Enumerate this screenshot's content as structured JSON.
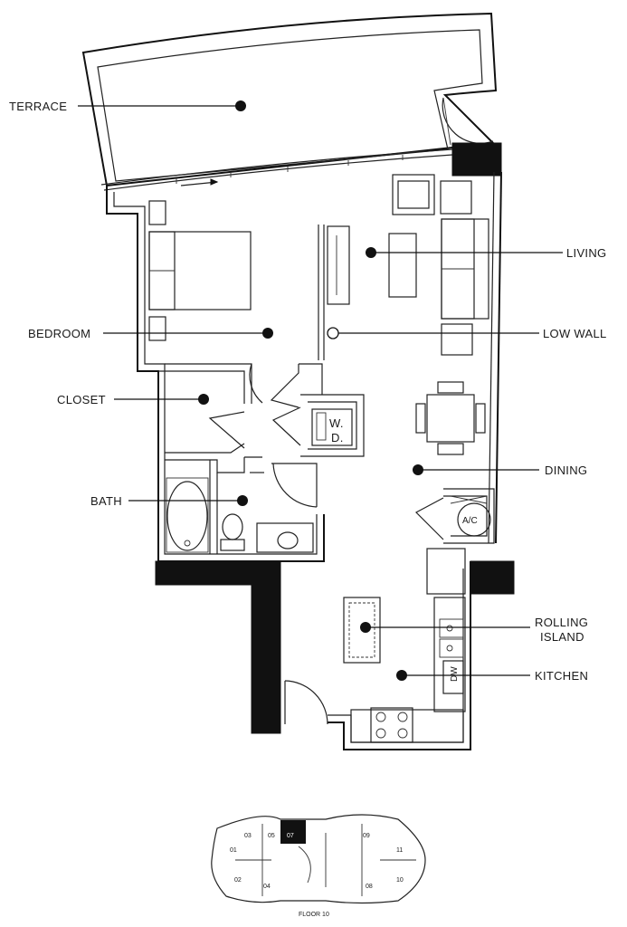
{
  "rooms": {
    "terrace": "TERRACE",
    "living": "LIVING",
    "bedroom": "BEDROOM",
    "low_wall": "LOW WALL",
    "closet": "CLOSET",
    "dining": "DINING",
    "bath": "BATH",
    "rolling_island_line1": "ROLLING",
    "rolling_island_line2": "ISLAND",
    "kitchen": "KITCHEN"
  },
  "fixtures": {
    "washer_dryer_w": "W.",
    "washer_dryer_d": "D.",
    "ac": "A/C",
    "dishwasher": "DW"
  },
  "key_plan": {
    "units": [
      "01",
      "02",
      "03",
      "04",
      "05",
      "07",
      "08",
      "09",
      "10",
      "11"
    ],
    "highlighted_unit": "07",
    "floor_label": "FLOOR 10"
  }
}
